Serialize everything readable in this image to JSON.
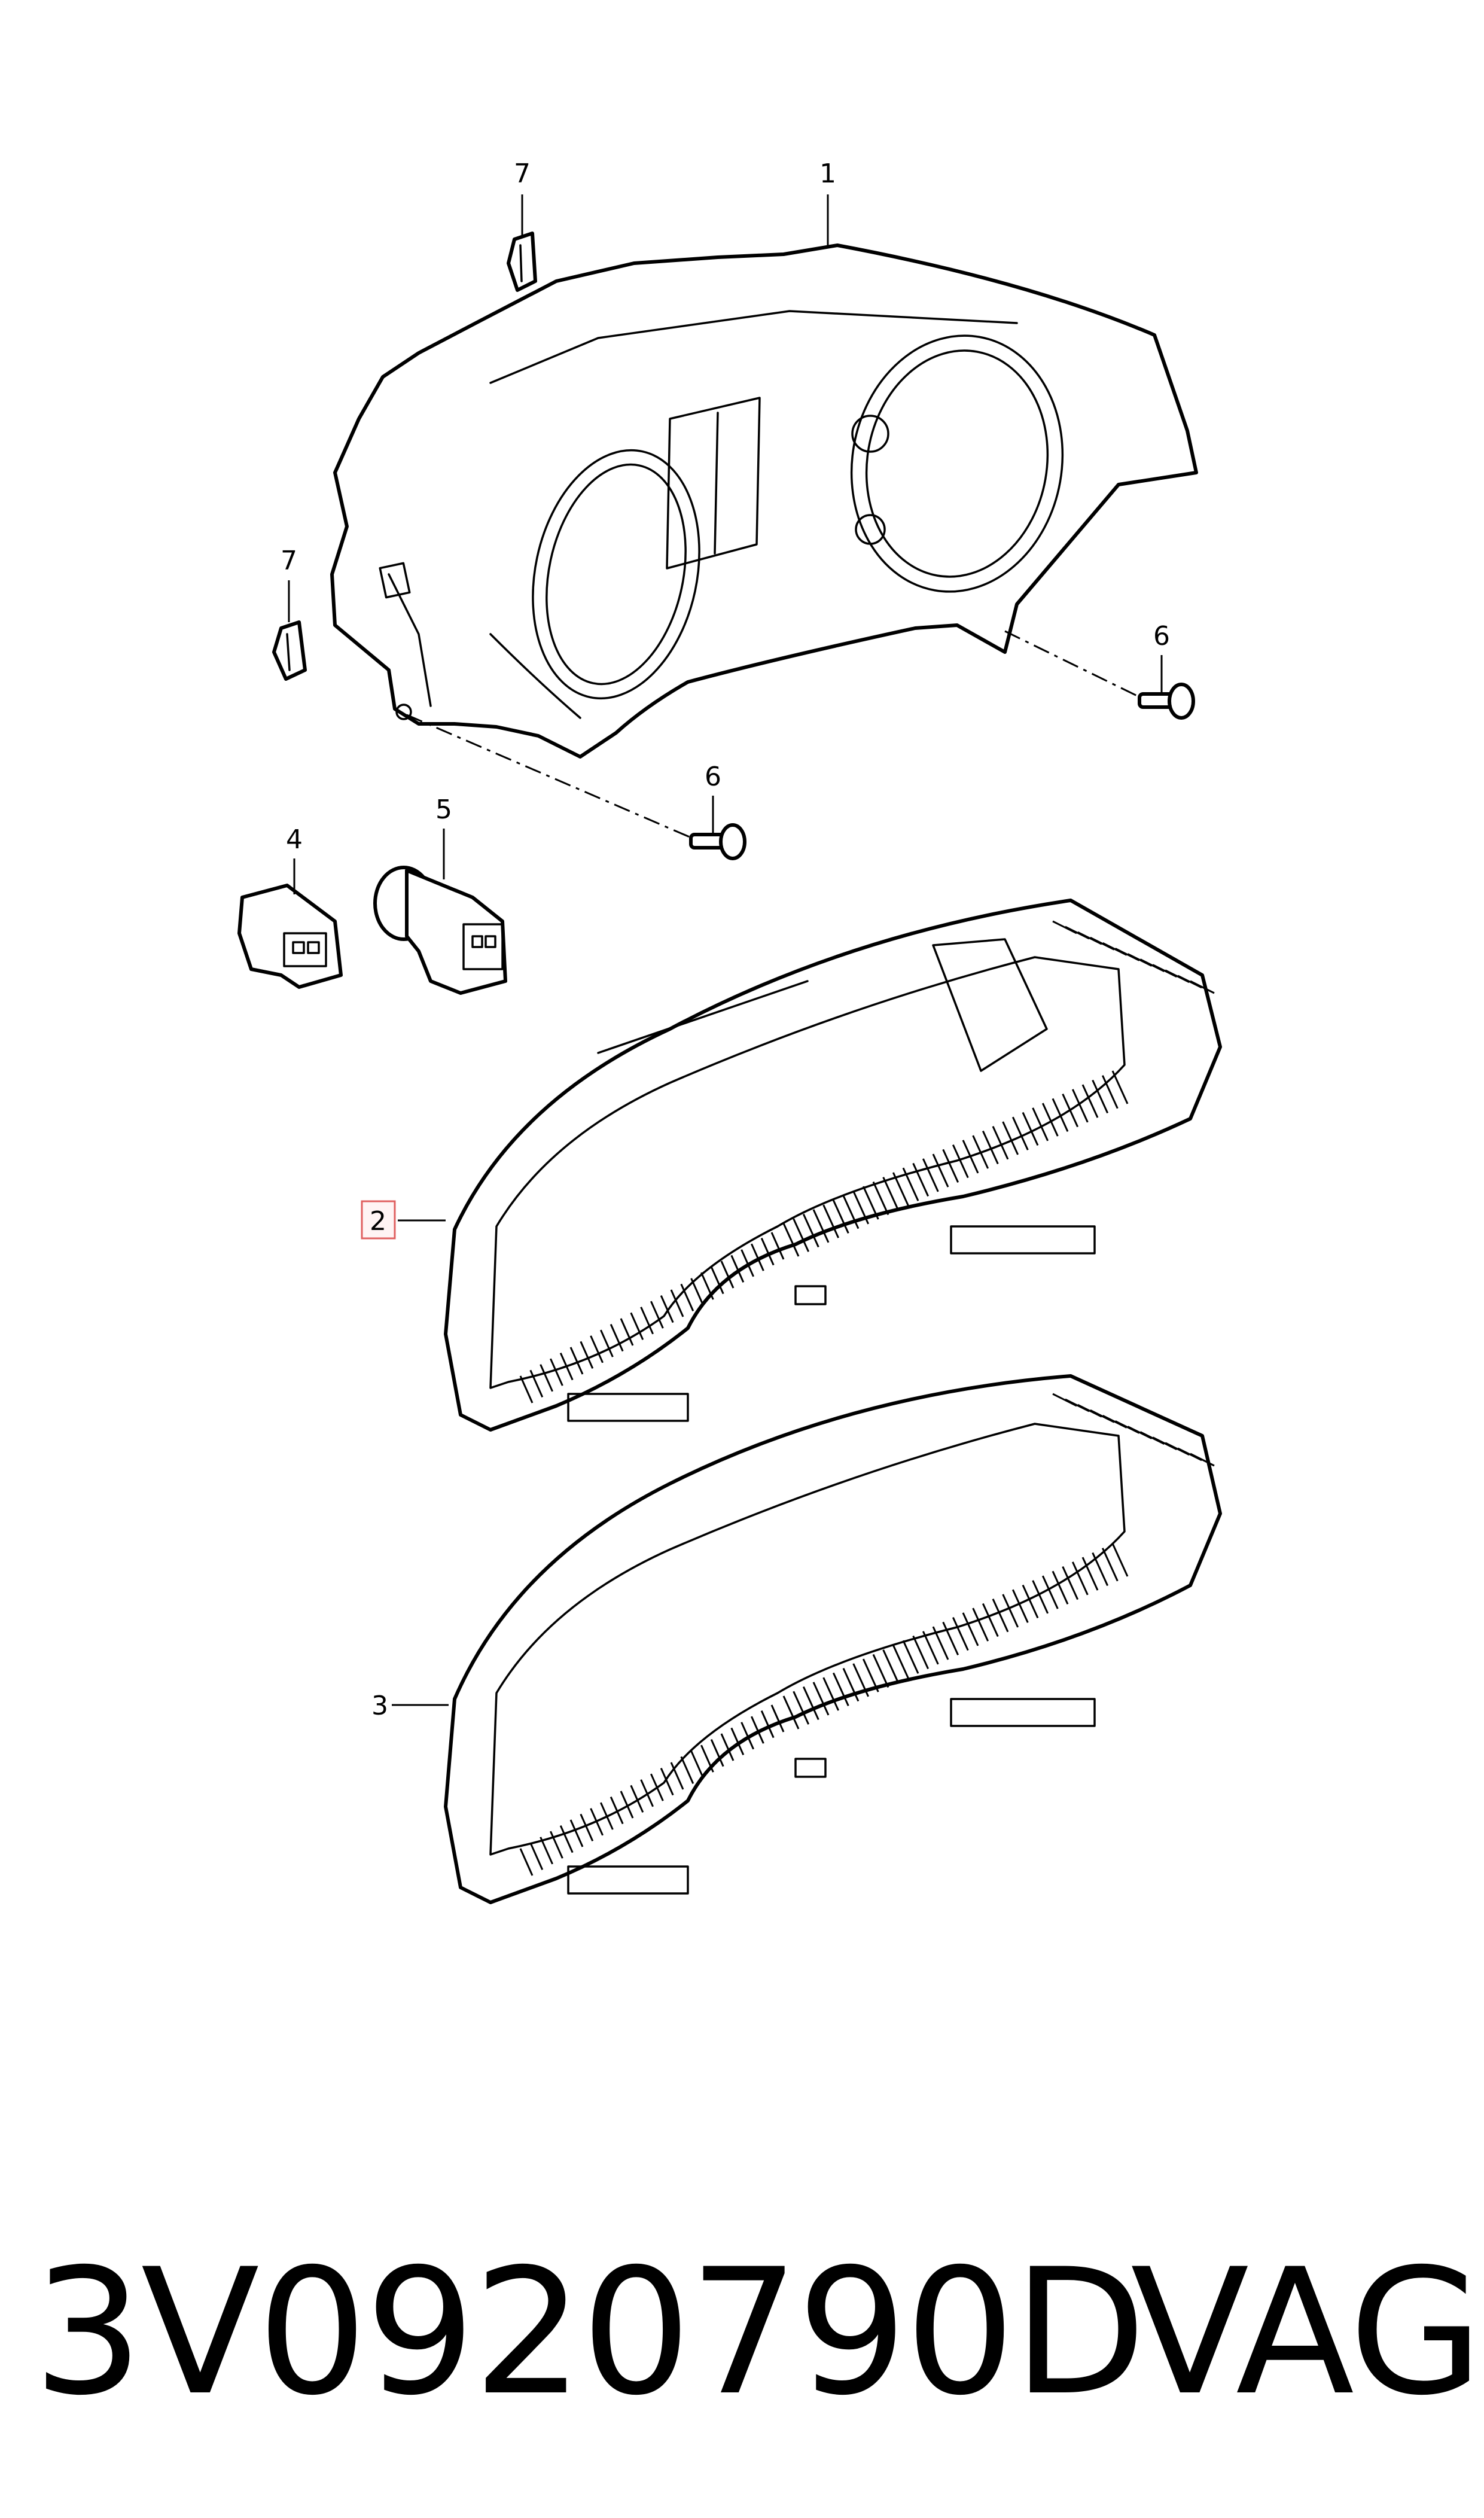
{
  "callouts": [
    {
      "id": "1",
      "label": "1",
      "highlighted": false
    },
    {
      "id": "2",
      "label": "2",
      "highlighted": true
    },
    {
      "id": "3",
      "label": "3",
      "highlighted": false
    },
    {
      "id": "4",
      "label": "4",
      "highlighted": false
    },
    {
      "id": "5",
      "label": "5",
      "highlighted": false
    },
    {
      "id": "6a",
      "label": "6",
      "highlighted": false
    },
    {
      "id": "6b",
      "label": "6",
      "highlighted": false
    },
    {
      "id": "7a",
      "label": "7",
      "highlighted": false
    },
    {
      "id": "7b",
      "label": "7",
      "highlighted": false
    }
  ],
  "caption": {
    "part_number": "3V0920790D",
    "brand": "VAG"
  },
  "colors": {
    "highlight_border": "#e06060",
    "highlight_fill": "#fff4f4",
    "line": "#000000",
    "background": "#ffffff"
  }
}
